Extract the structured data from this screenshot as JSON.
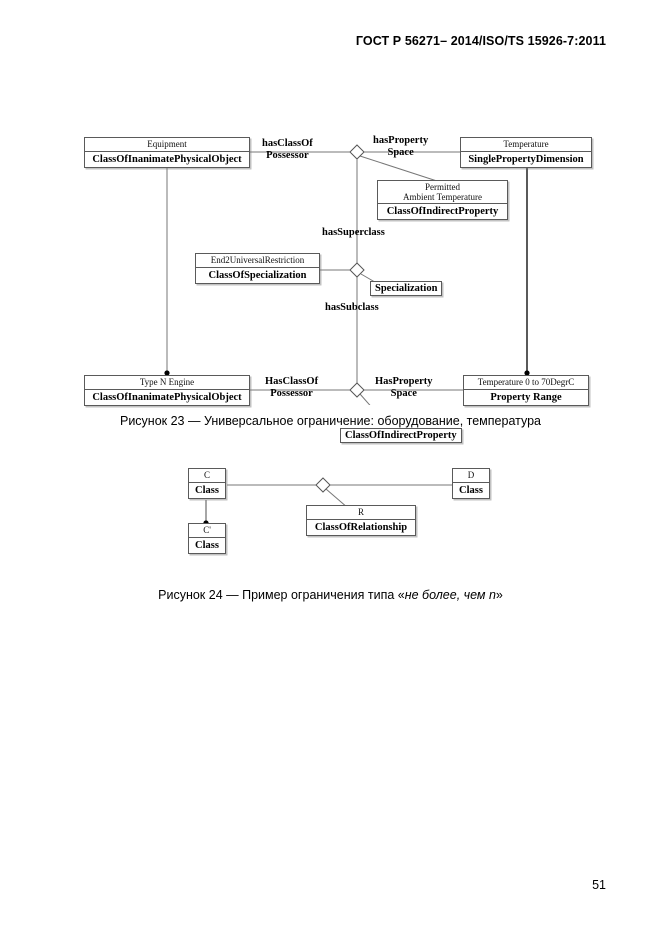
{
  "header": {
    "title": "ГОСТ Р 56271– 2014/ISO/TS 15926-7:2011"
  },
  "page_number": "51",
  "figures": [
    {
      "id": "figure-23",
      "number": "23",
      "caption": "Рисунок 23 — Универсальное ограничение: оборудование, температура",
      "nodes": [
        {
          "key": "equipment",
          "name": "Equipment",
          "type": "ClassOfInanimatePhysicalObject"
        },
        {
          "key": "temperature",
          "name": "Temperature",
          "type": "SinglePropertyDimension"
        },
        {
          "key": "permitted_temp_l1",
          "name": "Permitted",
          "name2": "Ambient Temperature",
          "type": "ClassOfIndirectProperty"
        },
        {
          "key": "end2_restriction",
          "name": "End2UniversalRestriction",
          "type": "ClassOfSpecialization"
        },
        {
          "key": "specialization",
          "label": "Specialization"
        },
        {
          "key": "type_n_engine",
          "name": "Type N Engine",
          "type": "ClassOfInanimatePhysicalObject"
        },
        {
          "key": "temp_range",
          "name": "Temperature 0 to 70DegrC",
          "type": "Property Range"
        },
        {
          "key": "class_of_indirect",
          "label": "ClassOfIndirectProperty"
        }
      ],
      "edge_labels": [
        {
          "key": "has_class_of_possessor_top",
          "line1": "hasClassOf",
          "line2": "Possessor"
        },
        {
          "key": "has_property_space_top",
          "line1": "hasProperty",
          "line2": "Space"
        },
        {
          "key": "has_superclass",
          "line1": "hasSuperclass"
        },
        {
          "key": "has_subclass",
          "line1": "hasSubclass"
        },
        {
          "key": "has_class_of_possessor_bottom",
          "line1": "HasClassOf",
          "line2": "Possessor"
        },
        {
          "key": "has_property_space_bottom",
          "line1": "HasProperty",
          "line2": "Space"
        }
      ]
    },
    {
      "id": "figure-24",
      "number": "24",
      "caption_prefix": "Рисунок 24 — Пример ограничения типа «",
      "caption_italic": "не более, чем n",
      "caption_suffix": "»",
      "nodes": [
        {
          "key": "c",
          "name": "C",
          "type": "Class"
        },
        {
          "key": "d",
          "name": "D",
          "type": "Class"
        },
        {
          "key": "cp",
          "name": "C'",
          "type": "Class"
        },
        {
          "key": "r",
          "name": "R",
          "type": "ClassOfRelationship"
        }
      ]
    }
  ],
  "colors": {
    "line": "#666666",
    "line_dark": "#000000",
    "box_border": "#5a5a5a",
    "text": "#000000",
    "background": "#ffffff"
  }
}
